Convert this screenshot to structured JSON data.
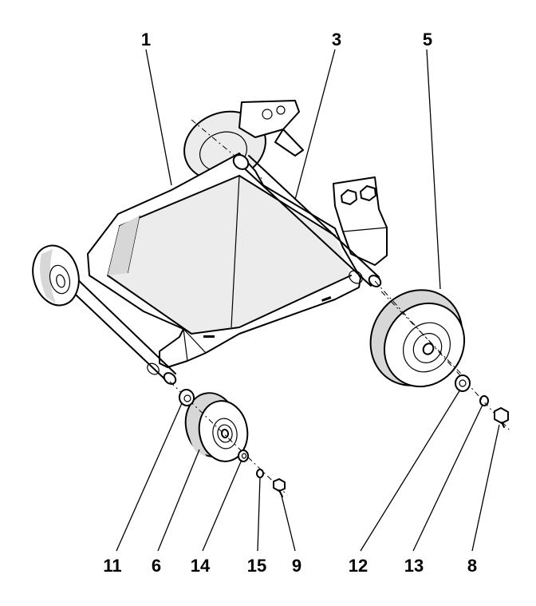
{
  "callouts": {
    "p1": "1",
    "p3": "3",
    "p5": "5",
    "p11": "11",
    "p6": "6",
    "p14": "14",
    "p15": "15",
    "p9": "9",
    "p12": "12",
    "p13": "13",
    "p8": "8"
  },
  "colors": {
    "line": "#000000",
    "shade": "#d7d7d7",
    "background": "#ffffff"
  }
}
